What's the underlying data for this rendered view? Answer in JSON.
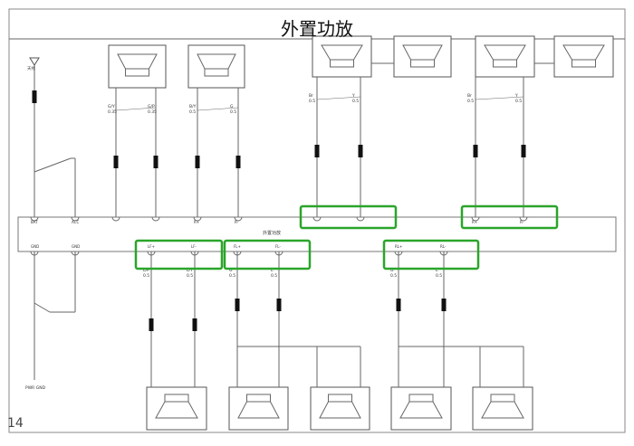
{
  "title": "外置功放",
  "page_number": "14",
  "amplifier": {
    "label": "外置功放"
  },
  "highlight_color": "#2aa52a",
  "top_speakers": [
    {
      "wires": [
        {
          "code": "G/Y",
          "gauge": "0.35"
        },
        {
          "code": "G/P",
          "gauge": "0.35"
        }
      ]
    },
    {
      "wires": [
        {
          "code": "B/Y",
          "gauge": "0.5"
        },
        {
          "code": "G",
          "gauge": "0.5"
        }
      ]
    },
    {
      "wires": [
        {
          "code": "Br",
          "gauge": "0.5"
        },
        {
          "code": "Y",
          "gauge": "0.5"
        }
      ]
    },
    {
      "wires": []
    },
    {
      "wires": [
        {
          "code": "Br",
          "gauge": "0.5"
        },
        {
          "code": "Y",
          "gauge": "0.5"
        }
      ]
    },
    {
      "wires": []
    }
  ],
  "bottom_speakers": [
    {
      "wires": [
        {
          "code": "L/P",
          "gauge": "0.5"
        },
        {
          "code": "L/Y",
          "gauge": "0.5"
        }
      ]
    },
    {
      "wires": [
        {
          "code": "G",
          "gauge": "0.5"
        },
        {
          "code": "L",
          "gauge": "0.5"
        }
      ]
    },
    {
      "wires": []
    },
    {
      "wires": [
        {
          "code": "G",
          "gauge": "0.5"
        },
        {
          "code": "L",
          "gauge": "0.5"
        }
      ]
    },
    {
      "wires": []
    }
  ],
  "amp_pins_top": [
    "BAT",
    "ACC",
    "",
    "",
    "R+",
    "R-",
    "",
    "",
    "R+",
    "R-"
  ],
  "amp_pins_bottom": [
    "GND",
    "GND",
    "LF+",
    "LF-",
    "FL+",
    "FL-",
    "RL+",
    "RL-"
  ],
  "antenna_label": "天线",
  "ground_label": "PWR GND"
}
